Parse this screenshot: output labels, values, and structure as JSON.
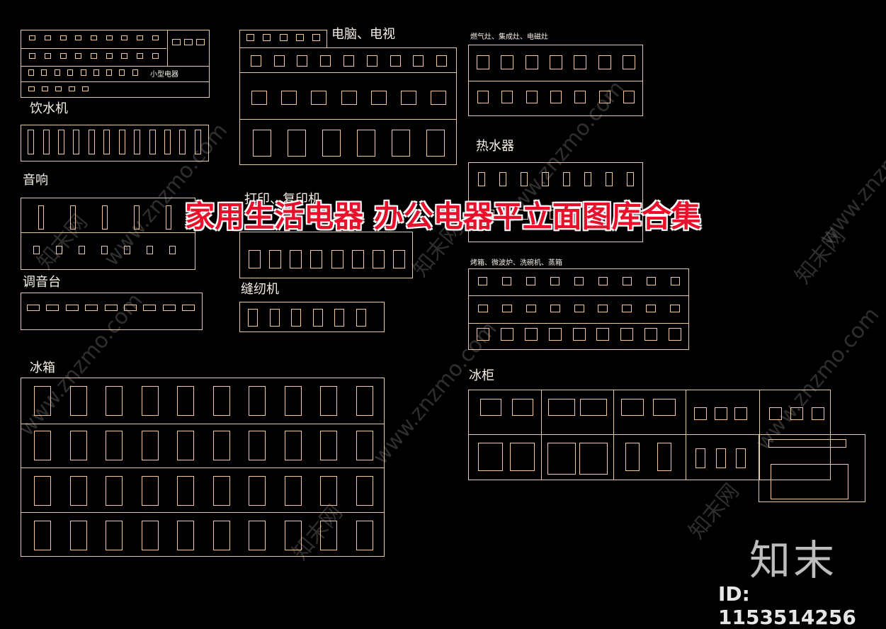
{
  "title": "家用生活电器 办公电器平立面图库合集",
  "sections": {
    "small_appliances": "小型电器",
    "water_dispenser": "饮水机",
    "audio": "音响",
    "mixer": "调音台",
    "computer_tv": "电脑、电视",
    "printer": "打印、复印机",
    "sewing": "缝纫机",
    "fridge": "冰箱",
    "gas_stove": "燃气灶、集成灶、电磁灶",
    "water_heater": "热水器",
    "oven": "烤箱、微波炉、洗碗机、蒸箱",
    "freezer": "冰柜"
  },
  "watermarks": {
    "site": "www.znzmo.com",
    "brand": "知末网"
  },
  "logo": "知末",
  "id_label": "ID: 1153514256"
}
